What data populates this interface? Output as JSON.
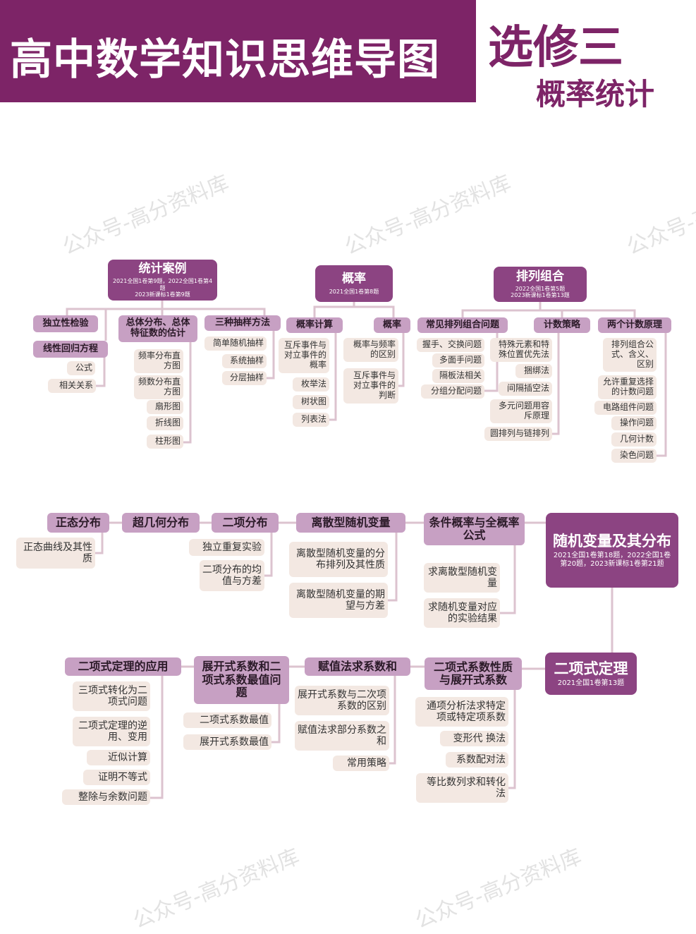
{
  "header": {
    "title": "高中数学知识思维导图",
    "module": "选修三",
    "topic": "概率统计"
  },
  "watermark": "公众号-高分资料库",
  "colors": {
    "header": "#7d2467",
    "main_node": "#8c4482",
    "sub_node": "#c7a0c3",
    "leaf": "#f3e8e2",
    "connector": "#dcc3cf"
  },
  "stats": {
    "title": "统计案例",
    "note1": "2021全国1卷第9题，2022全国1卷第4题",
    "note2": "2023新课标1卷第9题",
    "a": "独立性检验",
    "b": "线性回归方程",
    "b_items": [
      "公式",
      "相关关系"
    ],
    "c": "总体分布、总体特征数的估计",
    "c_items": [
      "频率分布直方图",
      "频数分布直方图",
      "扇形图",
      "折线图",
      "柱形图"
    ],
    "d": "三种抽样方法",
    "d_items": [
      "简单随机抽样",
      "系统抽样",
      "分层抽样"
    ]
  },
  "prob": {
    "title": "概率",
    "note1": "2021全国1卷第8题",
    "a": "概率计算",
    "a_items": [
      "互斥事件与对立事件的概率",
      "枚举法",
      "树状图",
      "列表法"
    ],
    "b": "概率",
    "b_items": [
      "概率与频率的区别",
      "互斥事件与对立事件的判断"
    ]
  },
  "perm": {
    "title": "排列组合",
    "note1": "2022全国1卷第5题",
    "note2": "2023新课标1卷第13题",
    "a": "常见排列组合问题",
    "a_items": [
      "握手、交换问题",
      "多面手问题",
      "隔板法相关",
      "分组分配问题"
    ],
    "b": "计数策略",
    "b_items": [
      "特殊元素和特殊位置优先法",
      "捆绑法",
      "间隔插空法",
      "多元问题用容斥原理",
      "圆排列与链排列"
    ],
    "c": "两个计数原理",
    "c_items": [
      "排列组合公式、含义、区别",
      "允许重复选择的计数问题",
      "电路组件问题",
      "操作问题",
      "几何计数",
      "染色问题"
    ]
  },
  "rv": {
    "title": "随机变量及其分布",
    "note1": "2021全国1卷第18题，2022全国1卷第20题，2023新课标1卷第21题",
    "a": "正态分布",
    "a_items": [
      "正态曲线及其性质"
    ],
    "b": "超几何分布",
    "c": "二项分布",
    "c_items": [
      "独立重复实验",
      "二项分布的均值与方差"
    ],
    "d": "离散型随机变量",
    "d_items": [
      "离散型随机变量的分布排列及其性质",
      "离散型随机变量的期望与方差"
    ],
    "e": "条件概率与全概率公式",
    "e_items": [
      "求离散型随机变量",
      "求随机变量对应的实验结果"
    ]
  },
  "binom": {
    "title": "二项式定理",
    "note1": "2021全国1卷第13题",
    "a": "二项式系数性质与展开式系数",
    "a_items": [
      "通项分析法求特定项或特定项系数",
      "变形代 换法",
      "系数配对法",
      "等比数列求和转化法"
    ],
    "b": "赋值法求系数和",
    "b_items": [
      "展开式系数与二次项系数的区别",
      "赋值法求部分系数之和",
      "常用策略"
    ],
    "c": "展开式系数和二项式系数最值问题",
    "c_items": [
      "二项式系数最值",
      "展开式系数最值"
    ],
    "d": "二项式定理的应用",
    "d_items": [
      "三项式转化为二项式问题",
      "二项式定理的逆用、变用",
      "近似计算",
      "证明不等式",
      "整除与余数问题"
    ]
  }
}
